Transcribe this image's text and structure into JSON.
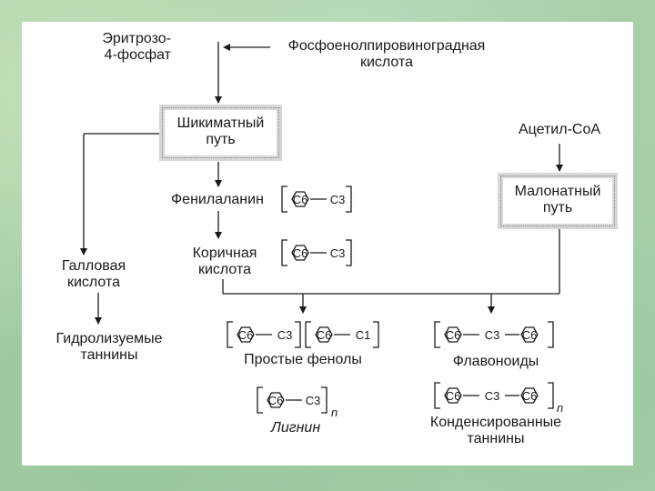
{
  "nodes": {
    "erythrose": "Эритрозо-\n4-фосфат",
    "pep": "Фосфоенолпировиноградная\nкислота",
    "shikimate": "Шикиматный\nпуть",
    "acetyl_coa": "Ацетил-СоА",
    "malonate": "Малонатный\nпуть",
    "phenylalanine": "Фенилаланин",
    "cinnamic": "Коричная\nкислота",
    "gallic": "Галловая\nкислота",
    "hydrolysable": "Гидролизуемые\nтаннины",
    "simple_phenols": "Простые фенолы",
    "flavonoids": "Флавоноиды",
    "lignin": "Лигнин",
    "condensed": "Конденсированные\nтаннины"
  },
  "formula": {
    "c6": "C6",
    "c3": "C3",
    "c1": "C1",
    "n": "n"
  },
  "colors": {
    "line": "#1a1a1a",
    "box_border": "#d7d7d7",
    "background": "#a9cfa6"
  }
}
